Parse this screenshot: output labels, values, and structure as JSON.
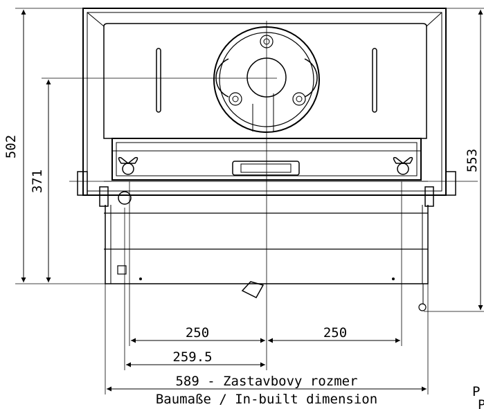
{
  "dimensions": {
    "height_left_outer": "502",
    "height_left_inner": "371",
    "height_right": "553",
    "width_left_half": "250",
    "width_right_half": "250",
    "width_offset": "259.5",
    "width_total": "589 - Zastavbovy rozmer",
    "width_total_sub": "Baumaße / In-built dimension"
  },
  "corner_text": {
    "line1": "P",
    "line2": "P"
  }
}
